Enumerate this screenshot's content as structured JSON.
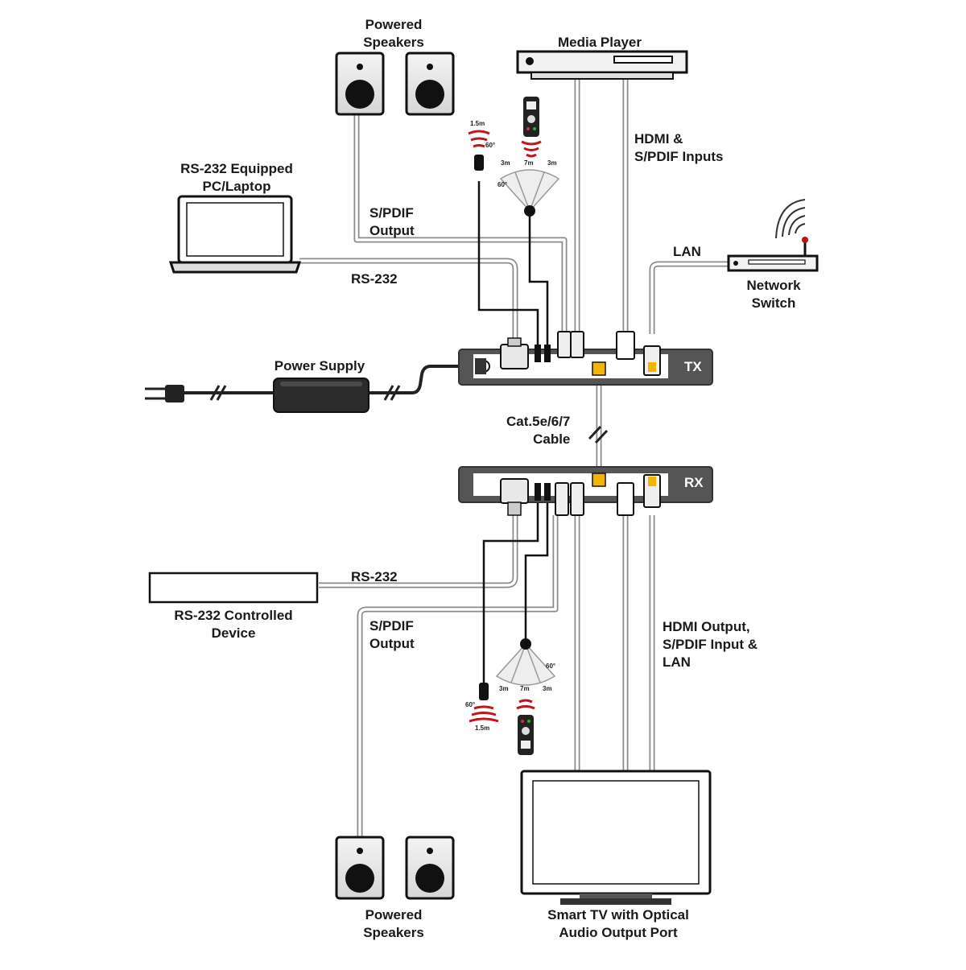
{
  "devices": {
    "powered_speakers_top": [
      "Powered",
      "Speakers"
    ],
    "media_player": "Media Player",
    "hdmi_spdif_inputs": [
      "HDMI &",
      "S/PDIF Inputs"
    ],
    "rs232_pc": [
      "RS-232 Equipped",
      "PC/Laptop"
    ],
    "spdif_output_top": [
      "S/PDIF",
      "Output"
    ],
    "lan": "LAN",
    "network_switch": [
      "Network",
      "Switch"
    ],
    "rs232_top": "RS-232",
    "power_supply": "Power Supply",
    "tx": "TX",
    "rx": "RX",
    "cat_cable": [
      "Cat.5e/6/7",
      "Cable"
    ],
    "rs232_bottom": "RS-232",
    "rs232_controlled": [
      "RS-232 Controlled",
      "Device"
    ],
    "spdif_output_bottom": [
      "S/PDIF",
      "Output"
    ],
    "hdmi_output": [
      "HDMI Output,",
      "S/PDIF Input &",
      "LAN"
    ],
    "powered_speakers_bottom": [
      "Powered",
      "Speakers"
    ],
    "smart_tv": [
      "Smart TV with Optical",
      "Audio Output Port"
    ]
  },
  "ir_ranges": {
    "emitter_top": {
      "range": "1.5m",
      "angle": "60°"
    },
    "receiver_top": {
      "left": "3m",
      "center": "7m",
      "right": "3m",
      "angle": "60°"
    },
    "emitter_bottom": {
      "range": "1.5m",
      "angle": "60°"
    },
    "receiver_bottom": {
      "left": "3m",
      "center": "7m",
      "right": "3m",
      "angle": "60°"
    }
  }
}
